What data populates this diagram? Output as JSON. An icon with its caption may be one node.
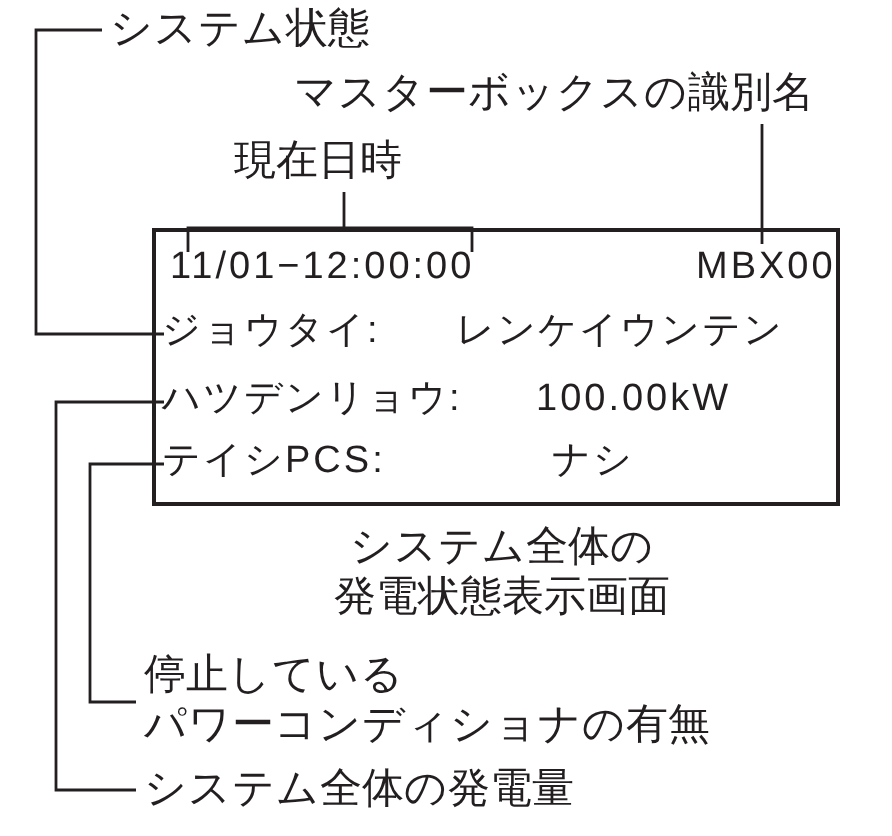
{
  "diagram": {
    "nodes": [
      {
        "text": [
          "システム状態"
        ]
      },
      {
        "text": [
          "マスターボックスの識別名"
        ]
      },
      {
        "text": [
          "現在日時"
        ]
      },
      {
        "text": [],
        "shape": "box",
        "beside": [
          "システム全体の発電状態表示画面"
        ]
      },
      {
        "text": [
          "11/01−12:00:00"
        ],
        "in": 3
      },
      {
        "text": [
          "MBX00"
        ],
        "in": 3
      },
      {
        "text": [
          "ジョウタイ:"
        ],
        "in": 3
      },
      {
        "text": [
          "レンケイウンテン"
        ],
        "in": 3
      },
      {
        "text": [
          "ハツデンリョウ:"
        ],
        "in": 3
      },
      {
        "text": [
          "100.00kW"
        ],
        "in": 3
      },
      {
        "text": [
          "テイシPCS:"
        ],
        "in": 3
      },
      {
        "text": [
          "ナシ"
        ],
        "in": 3
      },
      {
        "text": [
          "停止しているパワーコンディショナの有無"
        ]
      },
      {
        "text": [
          "システム全体の発電量"
        ]
      }
    ],
    "edges": [
      {
        "from": 0,
        "to": 6,
        "arrow": "none"
      },
      {
        "from": 1,
        "to": 5,
        "arrow": "none"
      },
      {
        "from": 2,
        "to": 4,
        "arrow": "none"
      },
      {
        "from": 12,
        "to": 10,
        "arrow": "none"
      },
      {
        "from": 13,
        "to": 8,
        "arrow": "none"
      }
    ]
  }
}
